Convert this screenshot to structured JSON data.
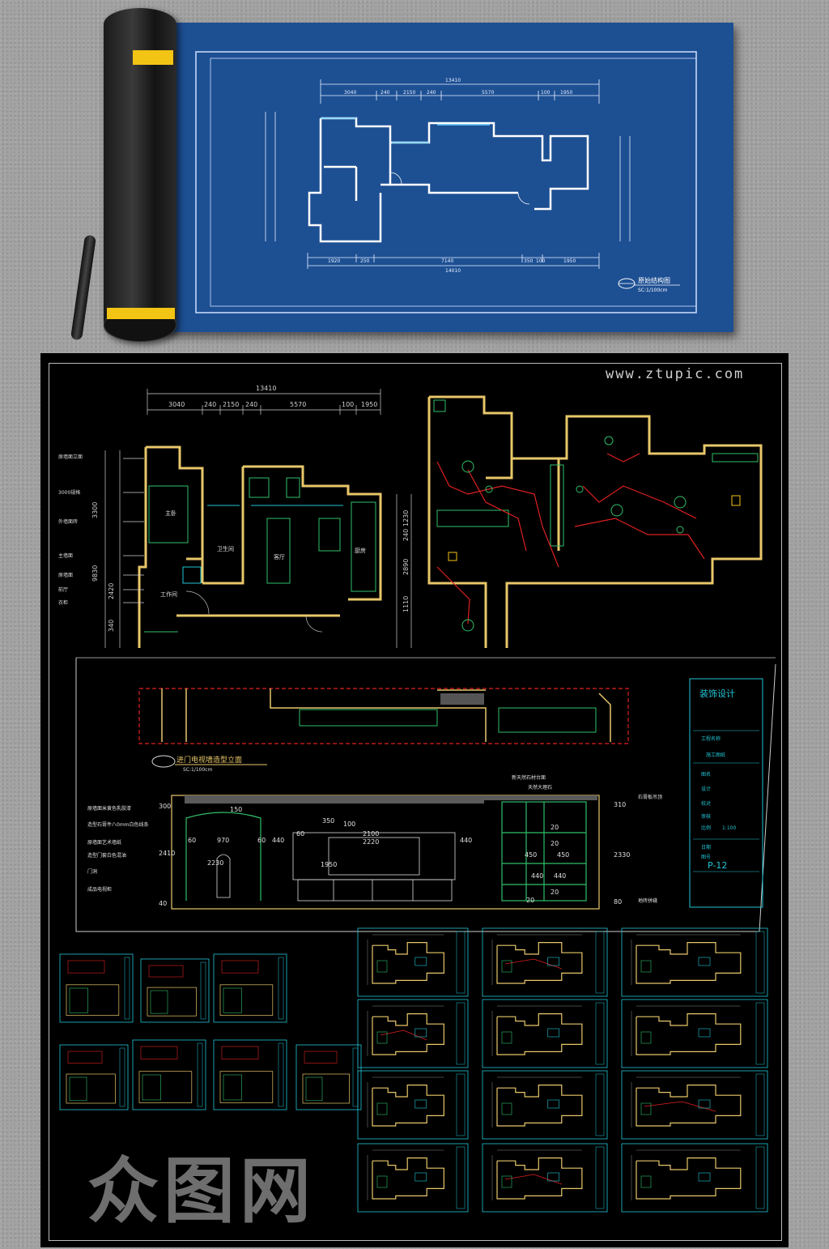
{
  "blueprint": {
    "dims_top": [
      "13410",
      "3040",
      "240",
      "2150",
      "240",
      "5570",
      "100",
      "1950"
    ],
    "dims_bottom": [
      "14010",
      "1920",
      "250",
      "7140",
      "350",
      "100",
      "1950"
    ],
    "title": "原始结构图",
    "scale": "SC:1/100cm"
  },
  "sheet": {
    "watermark_url": "www.ztupic.com",
    "plan_dims_top": [
      "13410",
      "3040",
      "240",
      "2150",
      "240",
      "5570",
      "100",
      "1950"
    ],
    "plan_dims_left": [
      "3300",
      "9830",
      "2420",
      "340"
    ],
    "plan_dims_right": [
      "1230",
      "240",
      "2890",
      "1110"
    ],
    "plan_labels_left": [
      "原墙面立面",
      "3000规格",
      "外墙面砖",
      "主墙面",
      "原墙面",
      "前厅",
      "衣柜"
    ],
    "room_labels": [
      "主卧",
      "卫生间",
      "客厅",
      "厨房",
      "工作间"
    ],
    "elevation_title": "进门电视墙造型立面",
    "elevation_scale": "SC:1/100cm",
    "elevation_notes_left": [
      "原墙面米黄色乳胶漆",
      "造型石膏件八0mm白色线条",
      "原墙面艺术墙纸",
      "造型门套白色混油",
      "门洞",
      "成品电视柜"
    ],
    "elevation_notes_top": [
      "新天然石材台面",
      "天然大理石"
    ],
    "elevation_notes_right": [
      "石膏板吊顶",
      "地砖拼缝"
    ],
    "elevation_dims": [
      "60",
      "970",
      "60",
      "440",
      "350",
      "100",
      "2100",
      "2220",
      "440",
      "60",
      "150",
      "450",
      "450",
      "440",
      "440",
      "20",
      "20",
      "20",
      "20"
    ],
    "elevation_left_dims": [
      "300",
      "2410",
      "2230",
      "1950",
      "40"
    ],
    "elevation_right_dims": [
      "310",
      "2330",
      "80"
    ],
    "title_block_heading": "装饰设计",
    "title_block_fields": [
      "工程名称",
      "施工图纸",
      "图名",
      "设计",
      "校对",
      "审核",
      "比例",
      "1:100",
      "日期",
      "图号"
    ],
    "drawing_number": "P-12"
  },
  "logo_watermark": "众图网",
  "colors": {
    "blueprint_bg": "#1d4f93",
    "cad_bg": "#000000",
    "wall_yellow": "#e8c76a",
    "line_green": "#2fbf6a",
    "line_red": "#e02020",
    "line_cyan": "#21c6d6",
    "band_yellow": "#f2c414"
  }
}
